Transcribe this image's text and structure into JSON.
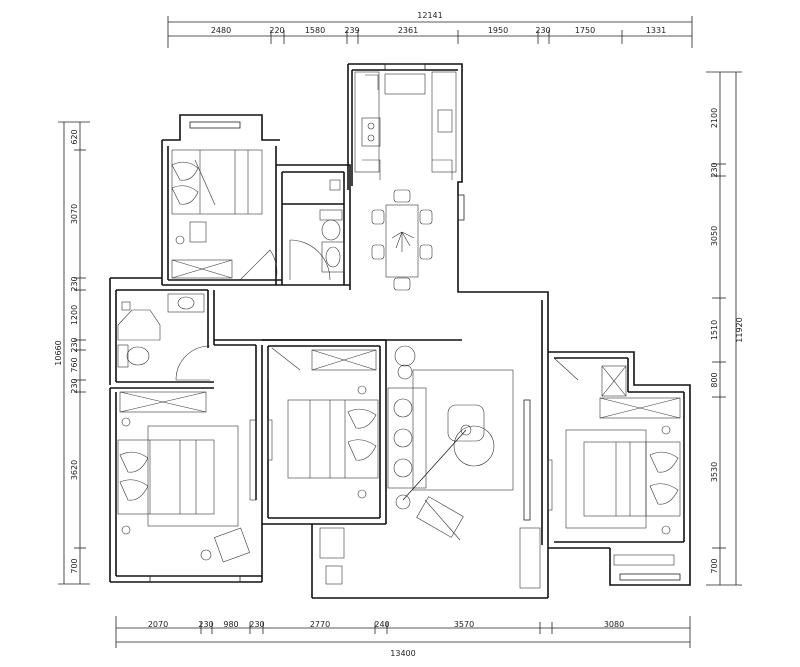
{
  "colors": {
    "line": "#111111",
    "background": "#ffffff"
  },
  "dimensions": {
    "top_total": "12141",
    "top_segments": [
      "2480",
      "220",
      "1580",
      "239",
      "2361",
      "1950",
      "230",
      "1750",
      "1331"
    ],
    "bottom_total": "13400",
    "bottom_segments": [
      "2070",
      "230",
      "980",
      "230",
      "2770",
      "240",
      "3570",
      "3080"
    ],
    "left_total": "10660",
    "left_segments": [
      "620",
      "3070",
      "230",
      "1200",
      "230",
      "760",
      "230",
      "3620",
      "700"
    ],
    "right_total": "11920",
    "right_segments": [
      "2100",
      "230",
      "3050",
      "1510",
      "800",
      "3530",
      "700"
    ]
  }
}
